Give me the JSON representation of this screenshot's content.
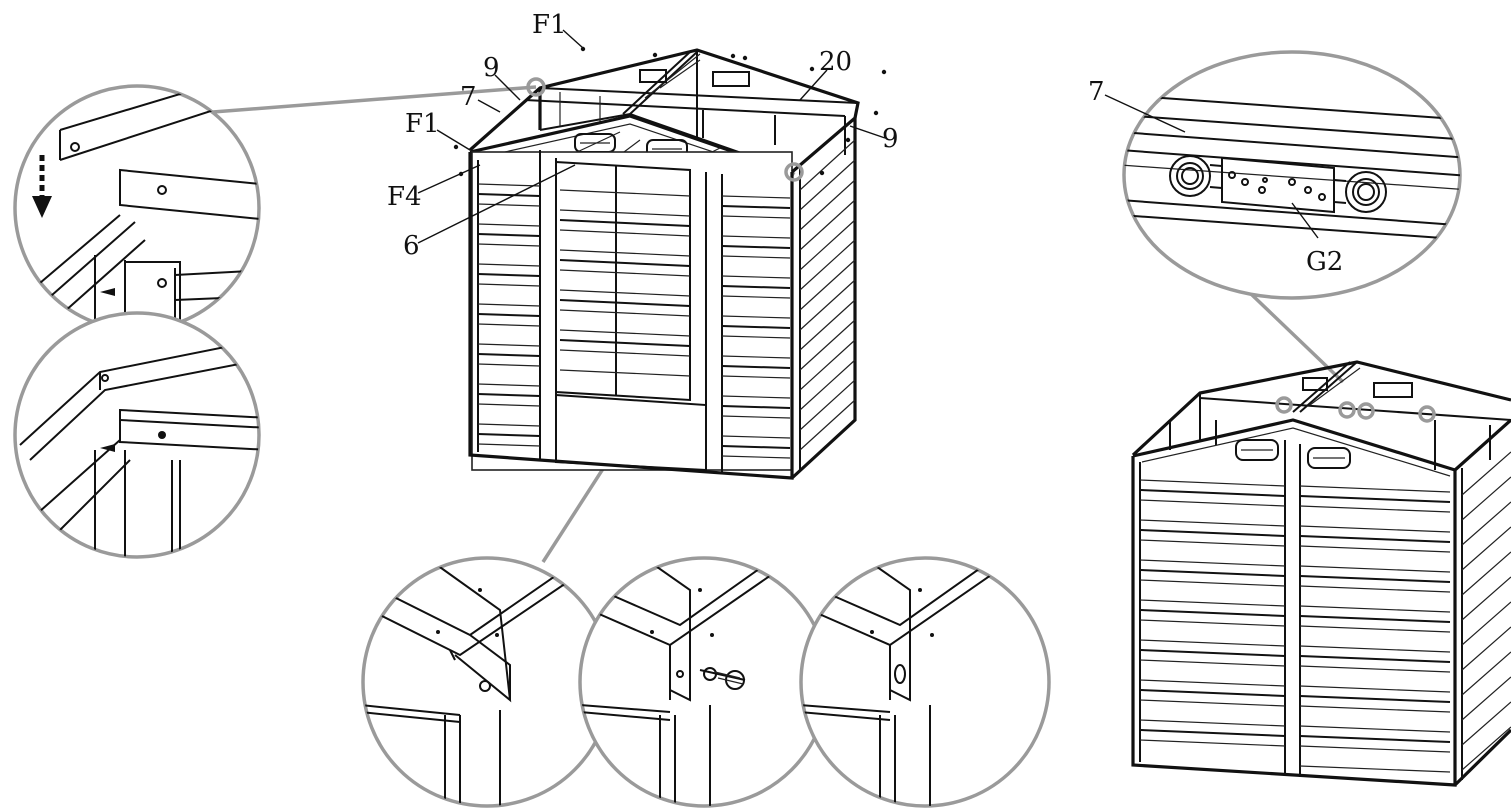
{
  "labels": {
    "f1_top": "F1",
    "nine_left": "9",
    "seven_left": "7",
    "f1_left": "F1",
    "f4": "F4",
    "six": "6",
    "twenty": "20",
    "nine_right": "9",
    "seven_right": "7",
    "g2": "G2"
  },
  "colors": {
    "line": "#111111",
    "callout": "#9a9a9a",
    "background": "#ffffff"
  }
}
